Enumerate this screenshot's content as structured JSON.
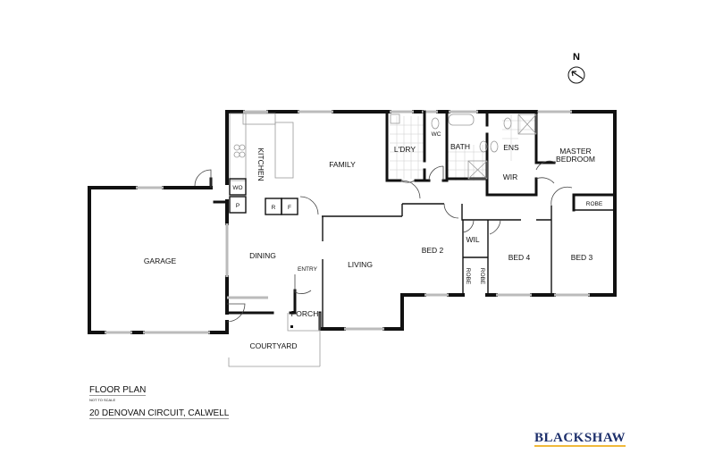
{
  "plan": {
    "title": "FLOOR PLAN",
    "scale_note": "NOT TO SCALE",
    "address": "20 DENOVAN CIRCUIT, CALWELL",
    "north_label": "N",
    "brand": "BLACKSHAW",
    "brand_color": "#1d2f6b",
    "brand_underline_color": "#f0b93a"
  },
  "rooms": {
    "kitchen": "KITCHEN",
    "family": "FAMILY",
    "laundry": "L'DRY",
    "wc": "WC",
    "bath": "BATH",
    "ensuite": "ENS",
    "master_line1": "MASTER",
    "master_line2": "BEDROOM",
    "wir": "WIR",
    "robe_master": "ROBE",
    "bed2": "BED 2",
    "wil": "WIL",
    "bed4": "BED 4",
    "bed3": "BED 3",
    "robe_a": "ROBE",
    "robe_b": "ROBE",
    "garage": "GARAGE",
    "dining": "DINING",
    "entry": "ENTRY",
    "living": "LIVING",
    "porch": "PORCH",
    "courtyard": "COURTYARD",
    "wo": "WO",
    "pantry": "P",
    "fridge": "R",
    "freezer": "F"
  }
}
